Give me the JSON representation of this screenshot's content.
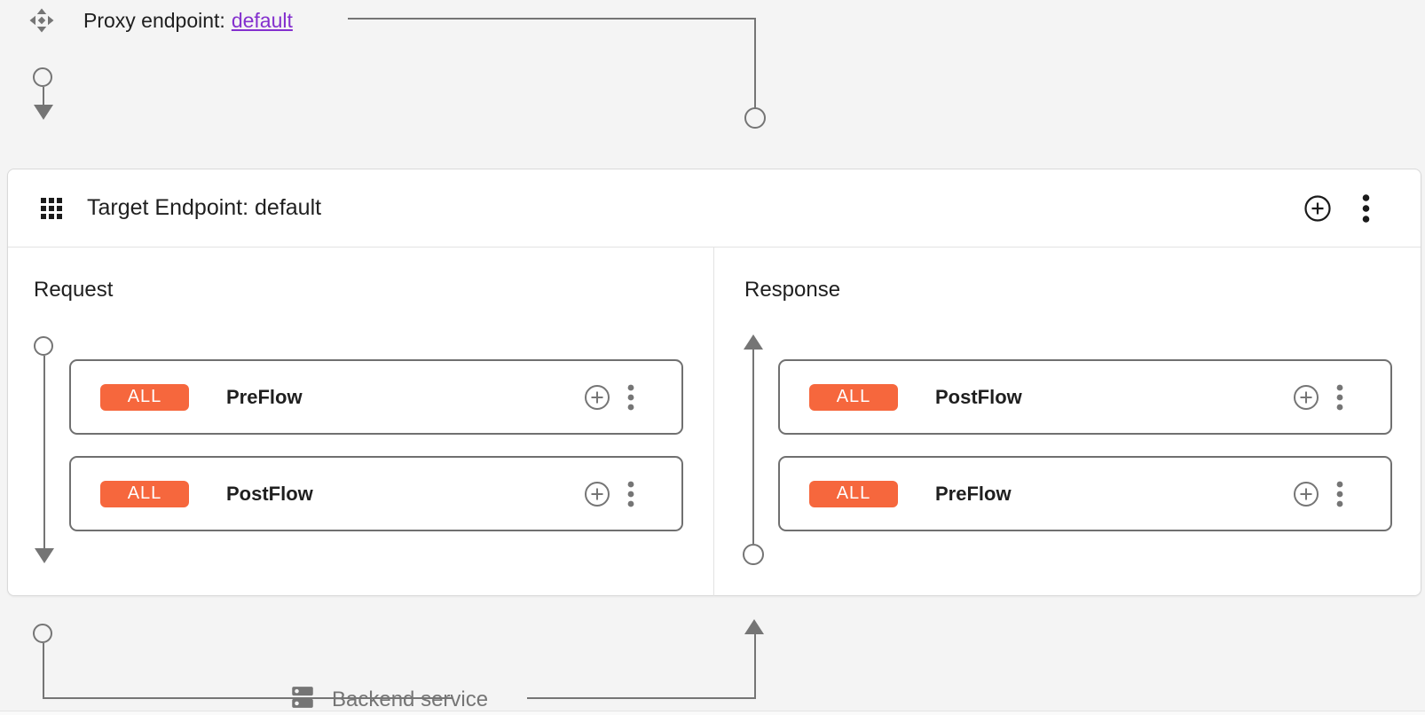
{
  "proxy_endpoint": {
    "label": "Proxy endpoint:",
    "link": "default"
  },
  "target_endpoint": {
    "title": "Target Endpoint: default"
  },
  "request_panel": {
    "title": "Request",
    "flows": [
      {
        "badge": "ALL",
        "name": "PreFlow"
      },
      {
        "badge": "ALL",
        "name": "PostFlow"
      }
    ]
  },
  "response_panel": {
    "title": "Response",
    "flows": [
      {
        "badge": "ALL",
        "name": "PostFlow"
      },
      {
        "badge": "ALL",
        "name": "PreFlow"
      }
    ]
  },
  "backend": {
    "label": "Backend service"
  },
  "icons": {
    "proxy_endpoint": "move-diamond-icon",
    "target_endpoint": "grid-3x3-icon",
    "add": "plus-circle-icon",
    "menu": "kebab-vertical-icon",
    "backend": "dns-server-icon"
  },
  "colors": {
    "background": "#f4f4f4",
    "card": "#ffffff",
    "badge": "#f6673d",
    "badge_text": "#ffffff",
    "link": "#8430ce",
    "connector": "#757575",
    "box_border": "#707070",
    "divider": "#e2e2e2",
    "card_border": "#d9d9d9",
    "text": "#1f1f1f",
    "muted_text": "#757575"
  }
}
